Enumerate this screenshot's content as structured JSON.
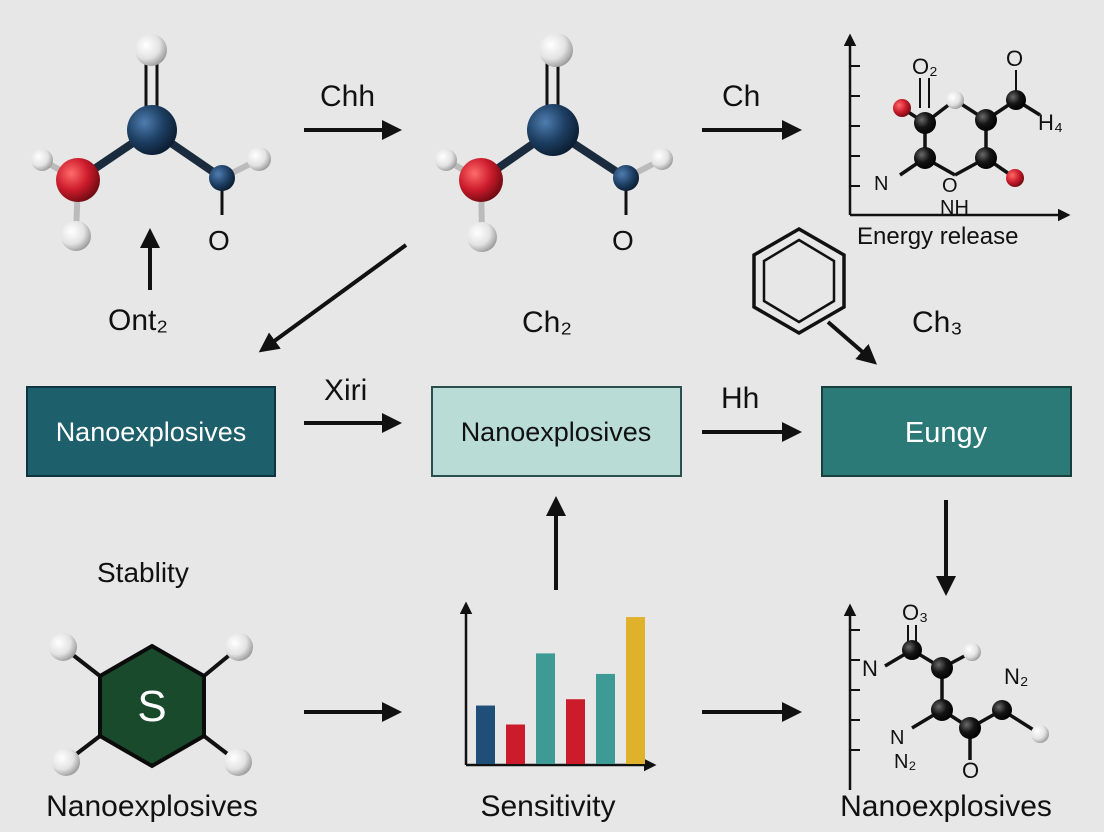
{
  "colors": {
    "background": "#e6e7e6",
    "atom_center": "#1d3f63",
    "atom_oxygen": "#cc1b2b",
    "atom_hydrogen": "#f2f2f2",
    "atom_carbon": "#151515",
    "box_dark": "#1e5f6c",
    "box_light": "#b9dcd6",
    "box_mid": "#2c7a78",
    "hexagon_fill": "#1a4a2c",
    "bar_blue": "#1f4e79",
    "bar_red": "#cc1b2b",
    "bar_teal": "#3e9a94",
    "bar_gold": "#e0b12a"
  },
  "top_row": {
    "molecule1_label_o": "O",
    "molecule1_caption": "Ont₂",
    "arrow1_label": "Chh",
    "molecule2_label_o": "O",
    "molecule2_caption": "Ch₂",
    "arrow2_label": "Ch",
    "energy_plot": {
      "label_o2": "O₂",
      "label_o": "O",
      "label_h4": "H₄",
      "label_n": "N",
      "label_o_ring": "O",
      "label_nh": "NH",
      "caption": "Energy release"
    }
  },
  "middle_row": {
    "box1": "Nanoexplosives",
    "arrow1_label": "Xiri",
    "box2": "Nanoexplosives",
    "arrow2_label": "Hh",
    "box3": "Eungy",
    "benzene_caption": "Ch₃"
  },
  "bottom_row": {
    "stability_label": "Stablity",
    "hexagon_letter": "S",
    "caption1": "Nanoexplosives",
    "caption2": "Sensitivity",
    "caption3": "Nanoexplosives",
    "molecule3": {
      "label_o3": "O₃",
      "label_n": "N",
      "label_n2_right": "N₂",
      "label_n_lower": "N",
      "label_n2_lower": "N₂",
      "label_o_lower": "O"
    }
  },
  "chart_data": {
    "type": "bar",
    "values": [
      0.37,
      0.25,
      0.7,
      0.41,
      0.57,
      0.93
    ],
    "colors": [
      "#1f4e79",
      "#cc1b2b",
      "#3e9a94",
      "#cc1b2b",
      "#3e9a94",
      "#e0b12a"
    ],
    "ylim": [
      0,
      1
    ]
  }
}
